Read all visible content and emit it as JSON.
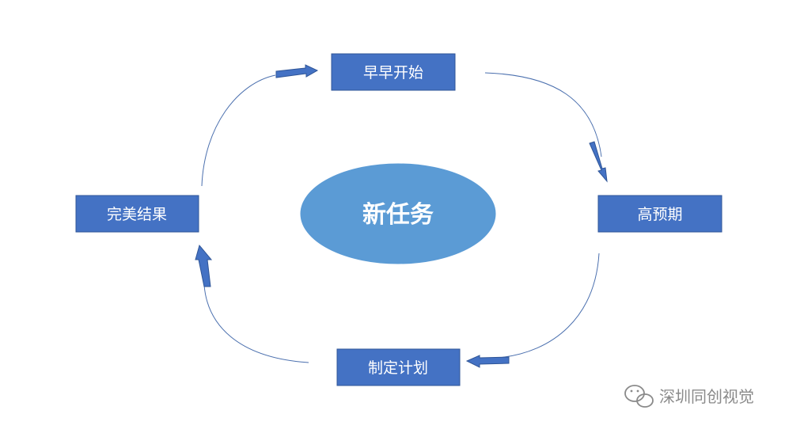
{
  "center": {
    "label": "新任务"
  },
  "nodes": {
    "top": "早早开始",
    "right": "高预期",
    "bottom": "制定计划",
    "left": "完美结果"
  },
  "watermark": {
    "text": "深圳同创视觉",
    "icon": "wechat-icon"
  },
  "colors": {
    "box_fill": "#4472c4",
    "box_stroke": "#2f5597",
    "ellipse_fill": "#5b9bd5",
    "curve": "#4a6fae",
    "arrow": "#4472c4"
  }
}
